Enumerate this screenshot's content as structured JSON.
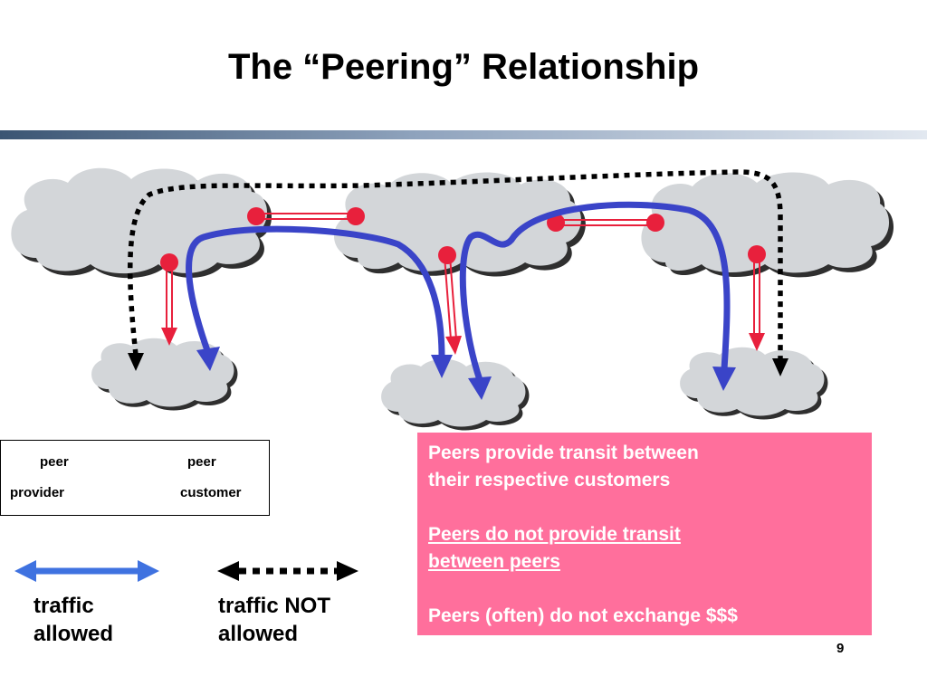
{
  "slide": {
    "title": "The “Peering” Relationship",
    "page_number": "9"
  },
  "legend": {
    "peer_left": "peer",
    "peer_right": "peer",
    "provider": "provider",
    "customer": "customer"
  },
  "traffic": {
    "allowed": [
      "traffic",
      "allowed"
    ],
    "not_allowed": [
      "traffic NOT",
      "allowed"
    ]
  },
  "info_box": {
    "line1": "Peers provide transit between",
    "line2": "their respective customers",
    "line3": "Peers do not provide transit ",
    "line4": "between peers",
    "line5": "Peers (often) do not exchange $$$"
  },
  "colors": {
    "cloud": "#d3d6d9",
    "relation_red": "#e8203c",
    "legend_orange": "#f04a1e",
    "allowed_blue": "#3a44c8",
    "legend_blue": "#3f72e0",
    "not_allowed": "#000000",
    "info_box": "#ff6f9c"
  }
}
